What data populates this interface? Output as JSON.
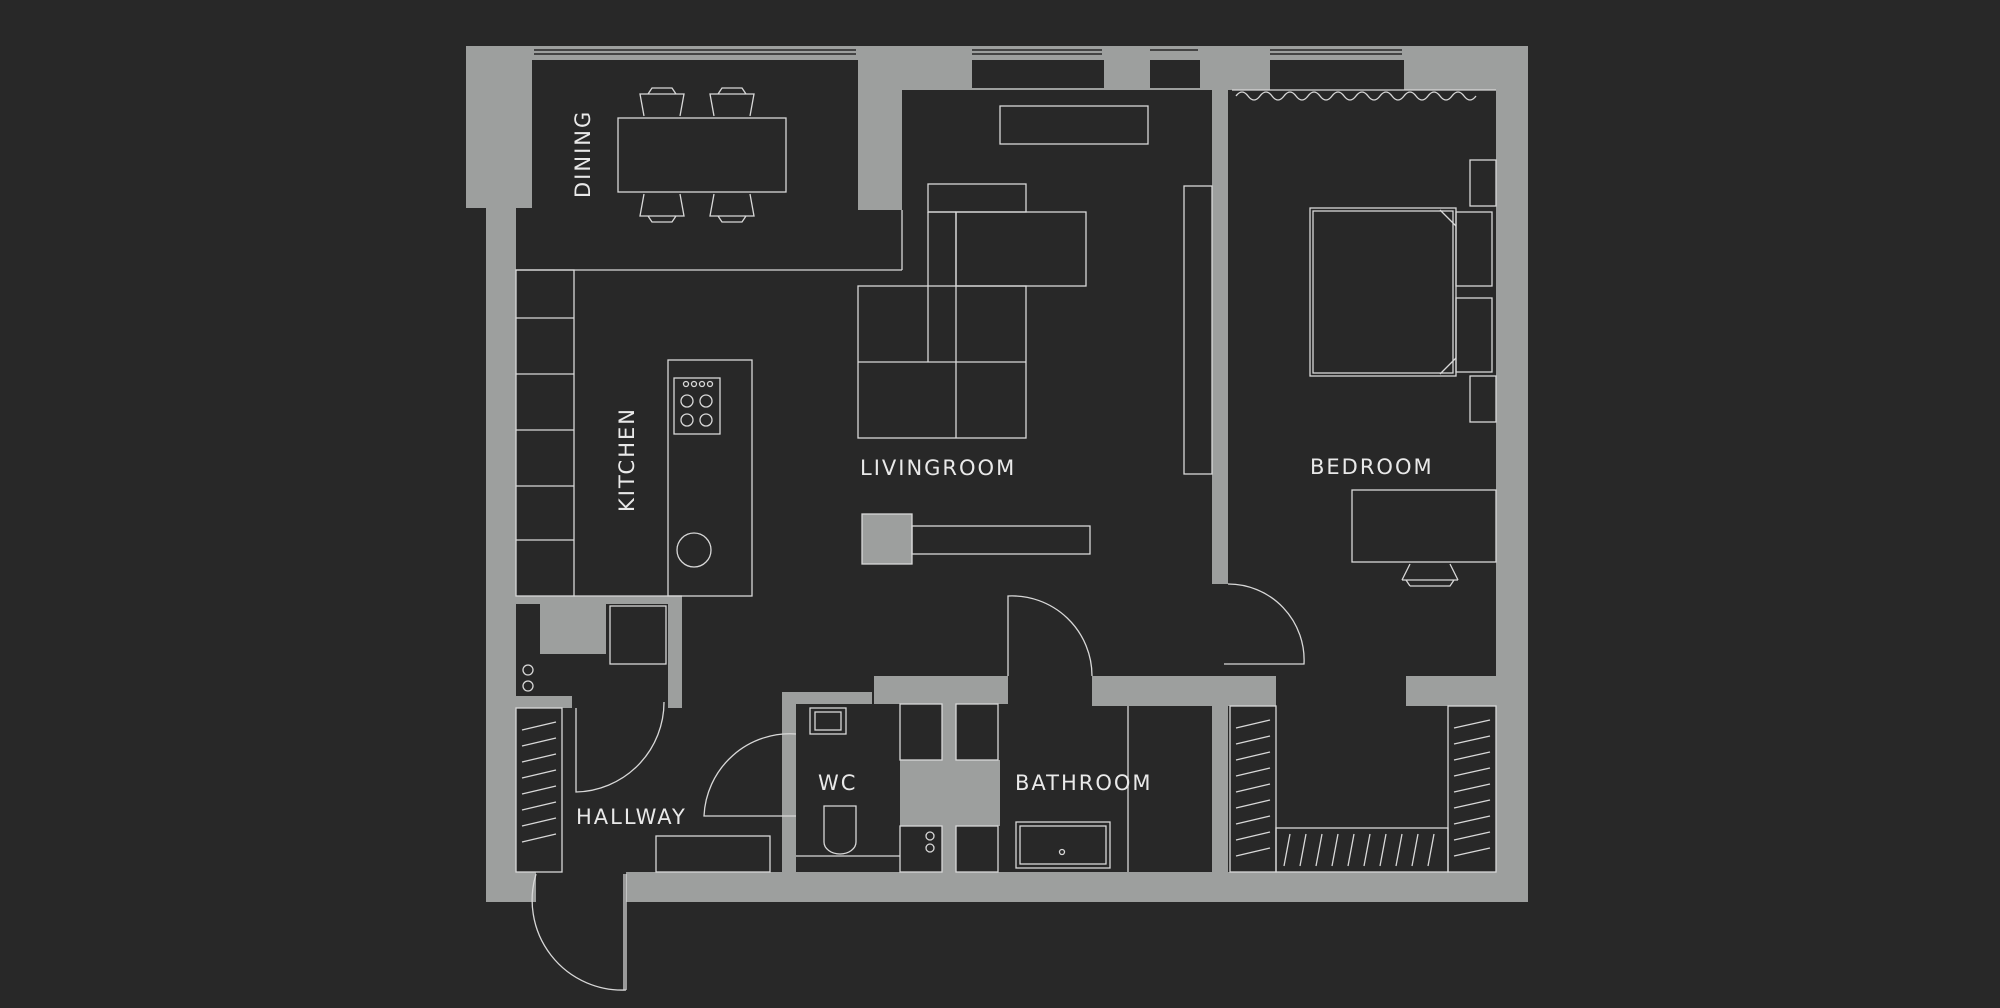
{
  "rooms": {
    "dining": "DINING",
    "kitchen": "KITCHEN",
    "livingroom": "LIVINGROOM",
    "bedroom": "BEDROOM",
    "wc": "WC",
    "bathroom": "BATHROOM",
    "hallway": "HALLWAY"
  },
  "colors": {
    "background": "#282828",
    "walls": "#9d9f9e",
    "lines": "#d8d8d8",
    "labels": "#e9e9e9"
  }
}
